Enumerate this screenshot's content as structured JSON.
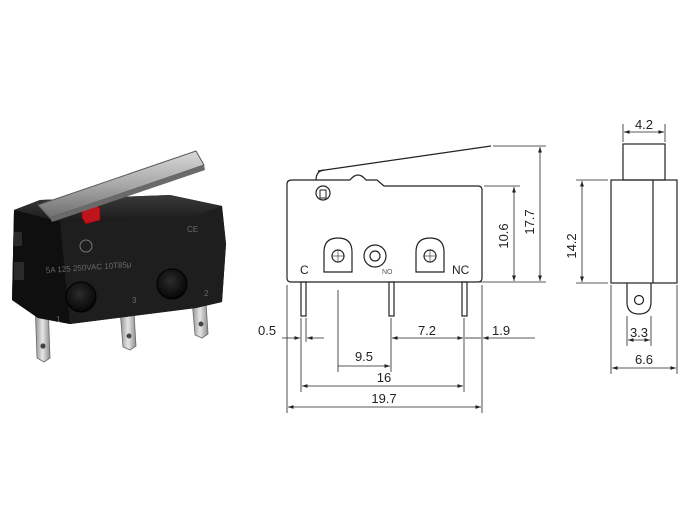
{
  "colors": {
    "switch_body": "#1c1c1c",
    "lever": "#a9a9a9",
    "plunger": "#c0141c",
    "terminal": "#c9c9c9",
    "drawing_line": "#222222"
  },
  "photo": {
    "ce_mark": "CE",
    "rating_text": "5A 125  250VAC  10T85μ",
    "terminal_numbers": [
      "1",
      "3",
      "2"
    ]
  },
  "front_view": {
    "pin_labels": {
      "common": "C",
      "normally_open": "NO",
      "normally_closed": "NC"
    },
    "dimensions": {
      "height_pin_center": "10.6",
      "overall_height": "17.7",
      "pin_width": "0.5",
      "pin_spacing_no_nc": "7.2",
      "pin_offset_nc": "1.9",
      "pin_spacing_c_no": "9.5",
      "pin_spacing_c_nc": "16",
      "body_length": "19.7"
    }
  },
  "side_view": {
    "dimensions": {
      "actuator_width": "4.2",
      "body_height": "14.2",
      "terminal_width": "3.3",
      "body_width": "6.6"
    }
  }
}
